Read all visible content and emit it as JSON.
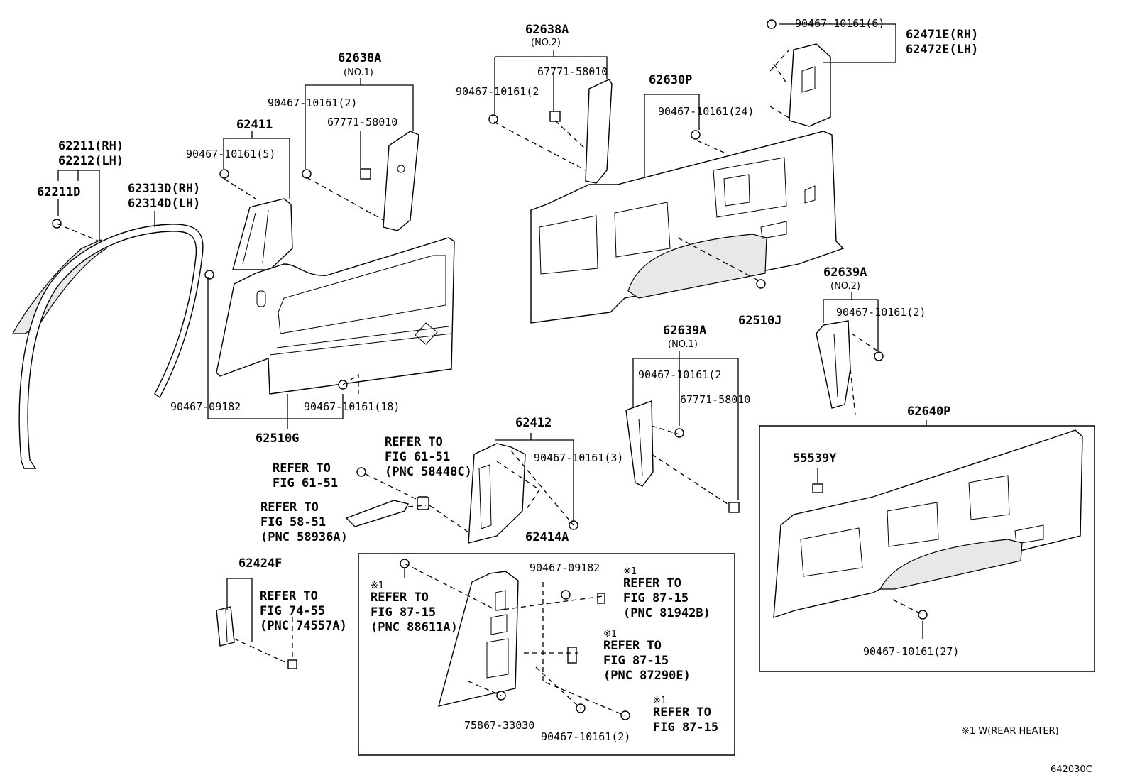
{
  "labels": {
    "p62211_rh": "62211(RH)",
    "p62212_lh": "62212(LH)",
    "p62211d": "62211D",
    "p62313d_rh": "62313D(RH)",
    "p62314d_lh": "62314D(LH)",
    "p62411": "62411",
    "clip_5": "90467-10161(5)",
    "p62638a_no1": "62638A",
    "p62638a_no1_sub": "(NO.1)",
    "clip_2_a": "90467-10161(2)",
    "clip_67771_a": "67771-58010",
    "p62638a_no2": "62638A",
    "p62638a_no2_sub": "(NO.2)",
    "clip_67771_b": "67771-58010",
    "clip_2_b": "90467-10161(2",
    "clip_6": "90467-10161(6)",
    "p62471e_rh": "62471E(RH)",
    "p62472e_lh": "62472E(LH)",
    "p62630p": "62630P",
    "clip_24": "90467-10161(24)",
    "p62510j": "62510J",
    "p62639a_no2": "62639A",
    "p62639a_no2_sub": "(NO.2)",
    "clip_2_c": "90467-10161(2)",
    "p62639a_no1": "62639A",
    "p62639a_no1_sub": "(NO.1)",
    "clip_2_d": "90467-10161(2",
    "clip_67771_c": "67771-58010",
    "clip_09182_a": "90467-09182",
    "clip_18": "90467-10161(18)",
    "p62510g": "62510G",
    "p62412": "62412",
    "clip_3": "90467-10161(3)",
    "p62414a": "62414A",
    "refer_fig6151_a_1": "REFER TO",
    "refer_fig6151_a_2": "FIG 61-51",
    "refer_fig6151_a_3": "(PNC 58448C)",
    "refer_fig6151_b_1": "REFER TO",
    "refer_fig6151_b_2": "FIG 61-51",
    "refer_fig5851_1": "REFER TO",
    "refer_fig5851_2": "FIG 58-51",
    "refer_fig5851_3": "(PNC 58936A)",
    "p62640p": "62640P",
    "p55539y": "55539Y",
    "clip_27": "90467-10161(27)",
    "p62424f": "62424F",
    "refer_fig7455_1": "REFER TO",
    "refer_fig7455_2": "FIG 74-55",
    "refer_fig7455_3": "(PNC 74557A)",
    "note_mark_a": "※1",
    "refer_88611_1": "REFER TO",
    "refer_88611_2": "FIG 87-15",
    "refer_88611_3": "(PNC 88611A)",
    "clip_09182_b": "90467-09182",
    "note_mark_b": "※1",
    "refer_81942_1": "REFER TO",
    "refer_81942_2": "FIG 87-15",
    "refer_81942_3": "(PNC 81942B)",
    "note_mark_c": "※1",
    "refer_87290_1": "REFER TO",
    "refer_87290_2": "FIG 87-15",
    "refer_87290_3": "(PNC 87290E)",
    "note_mark_d": "※1",
    "refer_8715_1": "REFER TO",
    "refer_8715_2": "FIG 87-15",
    "clip_75867": "75867-33030",
    "clip_2_e": "90467-10161(2)",
    "footnote": "※1 W(REAR HEATER)",
    "figure_id": "642030C"
  }
}
